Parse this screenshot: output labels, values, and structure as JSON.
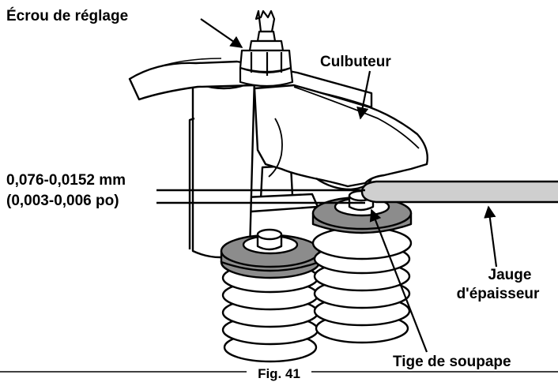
{
  "labels": {
    "adjusting_nut": "Écrou de réglage",
    "rocker_arm": "Culbuteur",
    "clearance_mm": "0,076-0,0152 mm",
    "clearance_in": "(0,003-0,006 po)",
    "gauge_line1": "Jauge",
    "gauge_line2": "d'épaisseur",
    "valve_stem": "Tige de soupape"
  },
  "caption": "Fig. 41",
  "colors": {
    "ink": "#000000",
    "spring_cap": "#8c8c8c",
    "gauge": "#cfcfcf",
    "paper": "#ffffff"
  }
}
